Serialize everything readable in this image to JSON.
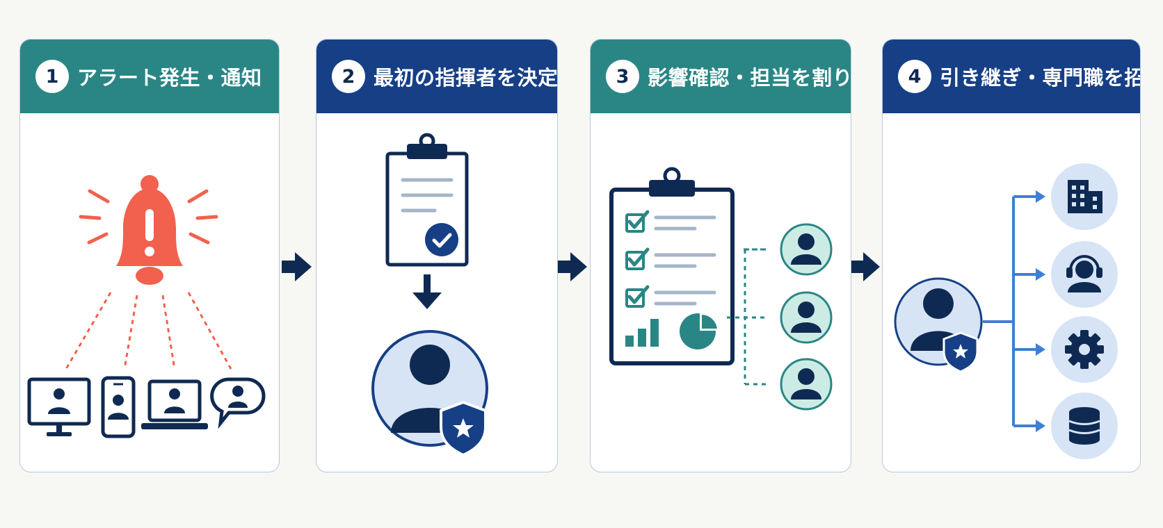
{
  "colors": {
    "teal": "#2a8685",
    "navy": "#163f86",
    "dark_navy": "#0f2a52",
    "alert_red": "#f1614d",
    "light_blue": "#d6e4f5",
    "light_teal": "#cdebe5",
    "blue_arrow": "#3d7fd4"
  },
  "steps": [
    {
      "number": "1",
      "title": "アラート発生・通知",
      "icons": [
        "bell-alert-icon",
        "desktop-user-icon",
        "phone-user-icon",
        "laptop-user-icon",
        "chat-user-icon"
      ]
    },
    {
      "number": "2",
      "title": "最初の指揮者を決定",
      "icons": [
        "clipboard-check-icon",
        "down-arrow-icon",
        "commander-shield-icon"
      ]
    },
    {
      "number": "3",
      "title": "影響確認・担当を割り当て",
      "icons": [
        "checklist-clipboard-icon",
        "bar-chart-icon",
        "pie-chart-icon",
        "user-icon",
        "user-icon",
        "user-icon"
      ]
    },
    {
      "number": "4",
      "title": "引き継ぎ・専門職を招集",
      "icons": [
        "commander-shield-icon",
        "building-icon",
        "headset-icon",
        "gear-icon",
        "database-icon"
      ]
    }
  ]
}
